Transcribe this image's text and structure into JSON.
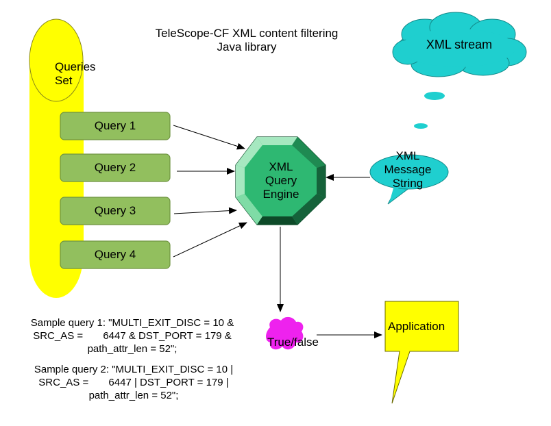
{
  "title": {
    "line1": "TeleScope-CF XML content filtering",
    "line2": "Java library"
  },
  "queries_set": {
    "line1": "Queries",
    "line2": "Set"
  },
  "queries": [
    "Query 1",
    "Query 2",
    "Query 3",
    "Query 4"
  ],
  "engine": {
    "line1": "XML",
    "line2": "Query",
    "line3": "Engine"
  },
  "stream": "XML stream",
  "message": {
    "line1": "XML",
    "line2": "Message",
    "line3": "String"
  },
  "result": "True/false",
  "application": "Application",
  "samples": {
    "q1": [
      "Sample query 1: \"MULTI_EXIT_DISC = 10 &",
      "SRC_AS =       6447 & DST_PORT = 179 &",
      "path_attr_len = 52\";"
    ],
    "q2": [
      "Sample query 2: \"MULTI_EXIT_DISC = 10 |",
      "SRC_AS =       6447 | DST_PORT = 179 |",
      "path_attr_len = 52\";"
    ]
  },
  "colors": {
    "queries_set": "#ffff00",
    "query_box": "#92bf5e",
    "query_border": "#6f9441",
    "engine_fill": "#2eb872",
    "engine_light": "#a6e8c0",
    "engine_dark": "#0d4a28",
    "cloud": "#1fcfcf",
    "application": "#ffff00",
    "result_blob": "#ee22ee"
  }
}
